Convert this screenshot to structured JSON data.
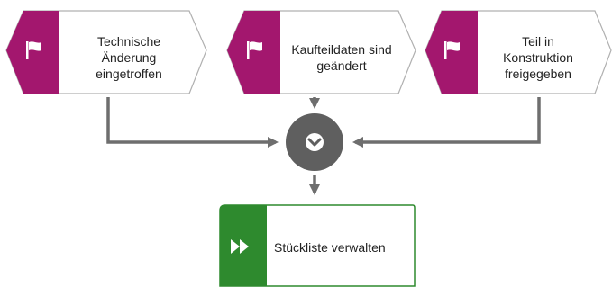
{
  "diagram": {
    "events": [
      {
        "id": "ev1",
        "label": "Technische\nÄnderung\neingetroffen",
        "icon": "flag-icon"
      },
      {
        "id": "ev2",
        "label": "Kaufteildaten sind\ngeändert",
        "icon": "flag-icon"
      },
      {
        "id": "ev3",
        "label": "Teil in\nKonstruktion\nfreigegeben",
        "icon": "flag-icon"
      }
    ],
    "connector": {
      "type": "OR",
      "icon": "chevron-down-icon"
    },
    "function": {
      "label": "Stückliste verwalten",
      "icon": "fast-forward-icon"
    },
    "colors": {
      "event_accent": "#a3176e",
      "event_border": "#b0b0b0",
      "function_accent": "#2e8a2e",
      "function_border": "#2e8a2e",
      "connector": "#5f5f5f",
      "arrow": "#6e6e6e"
    }
  }
}
